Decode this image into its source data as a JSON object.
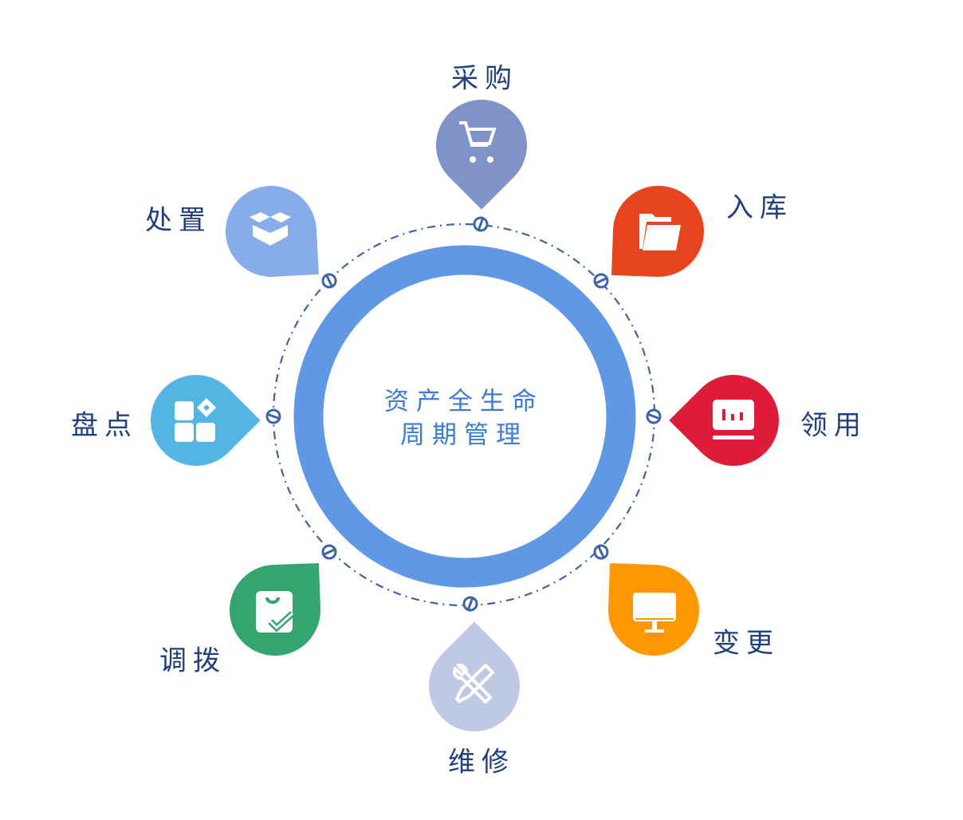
{
  "center": {
    "line1": "资产全生命",
    "line2": "周期管理"
  },
  "colors": {
    "ring": "#6198E6",
    "dash": "#3E64A8",
    "label": "#1F3F7F"
  },
  "stages": [
    {
      "label": "采购",
      "icon": "shopping-cart-icon",
      "color": "#7F93C8"
    },
    {
      "label": "入库",
      "icon": "folder-open-icon",
      "color": "#E8441F"
    },
    {
      "label": "领用",
      "icon": "dashboard-chart-icon",
      "color": "#DE1B38"
    },
    {
      "label": "变更",
      "icon": "monitor-icon",
      "color": "#FF9800"
    },
    {
      "label": "维修",
      "icon": "tools-icon",
      "color": "#BFC9E3"
    },
    {
      "label": "调拨",
      "icon": "shopping-bag-check-icon",
      "color": "#34A56F"
    },
    {
      "label": "盘点",
      "icon": "apps-grid-icon",
      "color": "#53B5E3"
    },
    {
      "label": "处置",
      "icon": "open-box-icon",
      "color": "#86ADE9"
    }
  ]
}
